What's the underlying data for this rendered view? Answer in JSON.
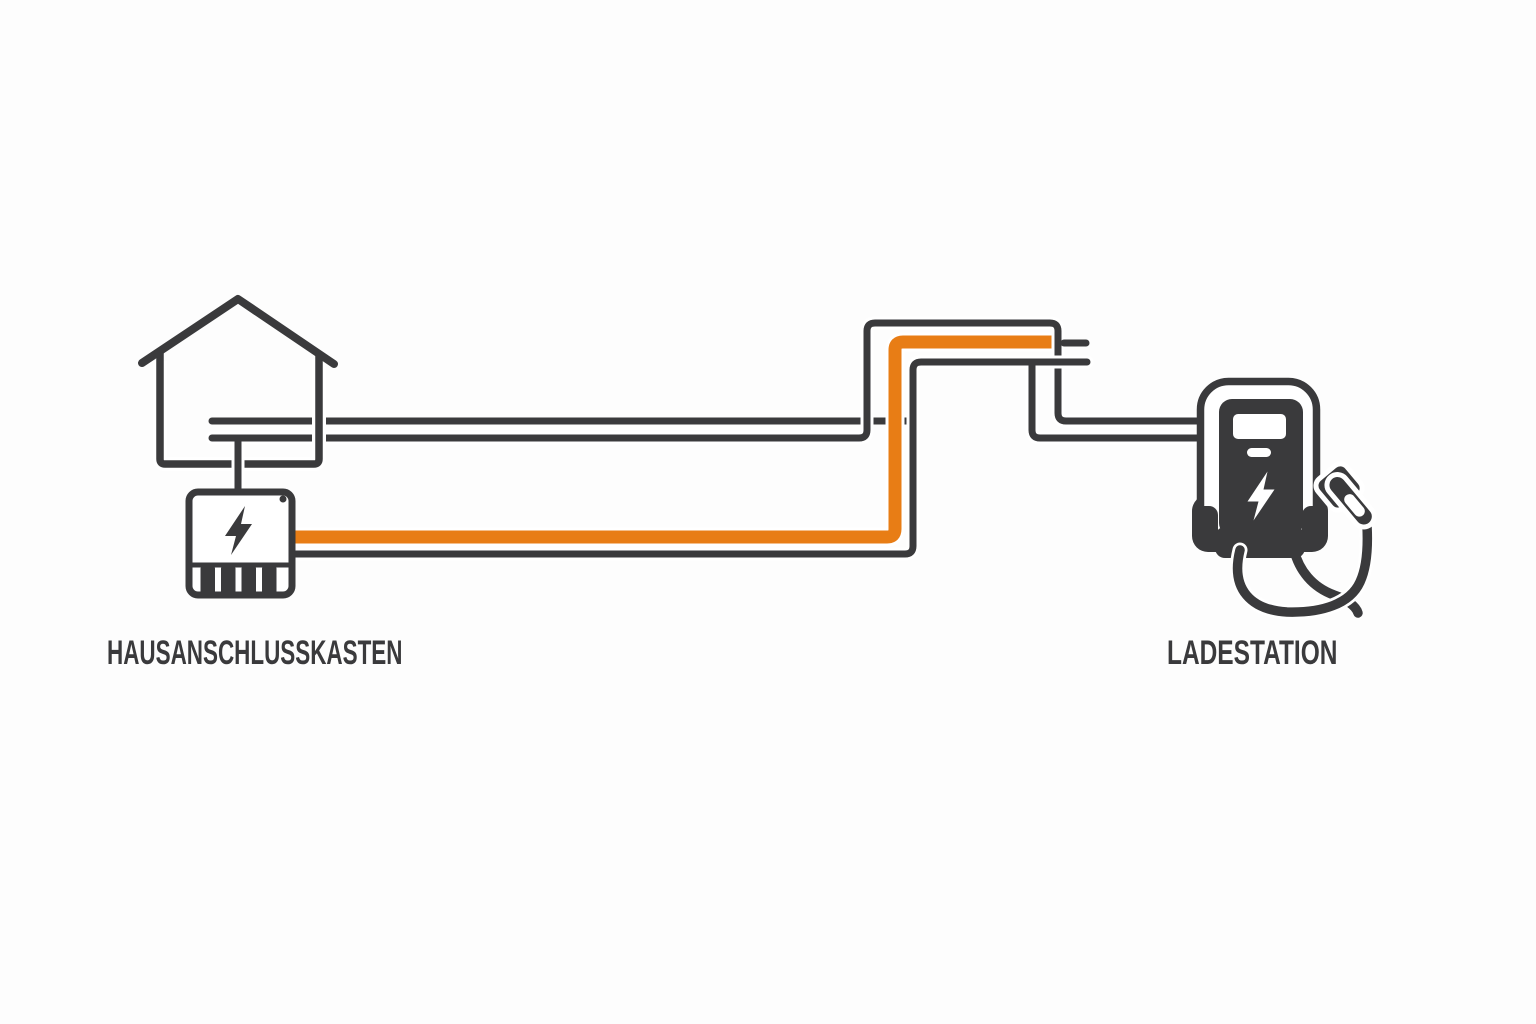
{
  "diagram": {
    "title_visible": false,
    "colors": {
      "background": "#fdfdfd",
      "canvas_white": "#ffffff",
      "line_dark": "#3a3a3c",
      "cable_orange": "#e87d15"
    },
    "nodes": [
      {
        "id": "hausanschlusskasten",
        "label": "HAUSANSCHLUSSKASTEN",
        "icon": "connection-box-icon",
        "symbol": "lightning-bolt"
      },
      {
        "id": "ladestation",
        "label": "LADESTATION",
        "icon": "charging-station-icon",
        "symbol": "lightning-bolt"
      }
    ],
    "cables": [
      {
        "id": "house-feed-upper",
        "color_key": "line_dark",
        "from": "house",
        "to": "conduit-riser"
      },
      {
        "id": "house-feed-lower-overhead",
        "color_key": "line_dark",
        "from": "house",
        "to": "ladestation"
      },
      {
        "id": "box-return-cable",
        "color_key": "line_dark",
        "from": "hausanschlusskasten",
        "to": "ladestation"
      },
      {
        "id": "new-charging-cable",
        "color_key": "cable_orange",
        "from": "hausanschlusskasten",
        "to": "conduit"
      },
      {
        "id": "cut-cable-stubs",
        "color_key": "line_dark",
        "from": "conduit",
        "to": "open-end"
      }
    ]
  }
}
